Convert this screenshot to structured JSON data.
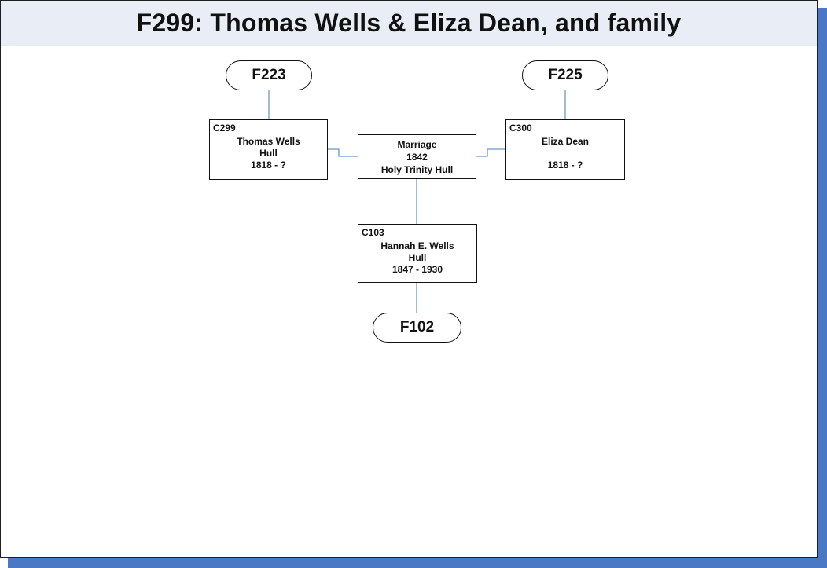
{
  "title": "F299: Thomas Wells & Eliza Dean, and family",
  "colors": {
    "header_bg": "#e8edf6",
    "shadow": "#4a78c4",
    "connector": "#6f94c8"
  },
  "families": {
    "father_parents": "F223",
    "mother_parents": "F225",
    "child_family": "F102"
  },
  "father": {
    "id": "C299",
    "name": "Thomas Wells",
    "place": "Hull",
    "dates": "1818 - ?"
  },
  "mother": {
    "id": "C300",
    "name": "Eliza Dean",
    "place": "",
    "dates": "1818 - ?"
  },
  "marriage": {
    "label": "Marriage",
    "year": "1842",
    "place": "Holy Trinity Hull"
  },
  "child": {
    "id": "C103",
    "name": "Hannah E. Wells",
    "place": "Hull",
    "dates": "1847 - 1930"
  }
}
